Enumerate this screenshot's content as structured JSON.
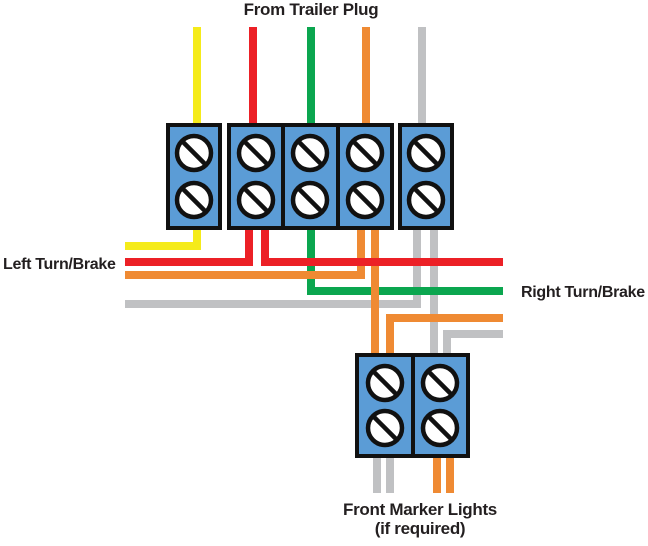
{
  "title": "From Trailer Plug",
  "labels": {
    "left_turn_brake": "Left Turn/Brake",
    "right_turn_brake": "Right Turn/Brake",
    "front_marker_line1": "Front Marker Lights",
    "front_marker_line2": "(if required)"
  },
  "colors": {
    "yellow": "#F5EB1A",
    "red": "#EC2026",
    "green": "#0BA64F",
    "orange": "#EF8A33",
    "gray": "#C0C1C3",
    "terminal_fill": "#5B9CD6",
    "outline": "#111111",
    "text": "#231F20"
  },
  "terminal_blocks": {
    "main": {
      "terminal_count": 5,
      "screws_per_terminal": 2,
      "incoming_wire_colors": [
        "yellow",
        "red",
        "green",
        "orange",
        "gray"
      ]
    },
    "front_marker": {
      "terminal_count": 2,
      "screws_per_terminal": 2,
      "top_wire_colors": [
        "orange",
        "orange",
        "gray",
        "gray"
      ],
      "bottom_wire_colors": [
        "gray",
        "gray",
        "orange",
        "orange"
      ]
    }
  }
}
